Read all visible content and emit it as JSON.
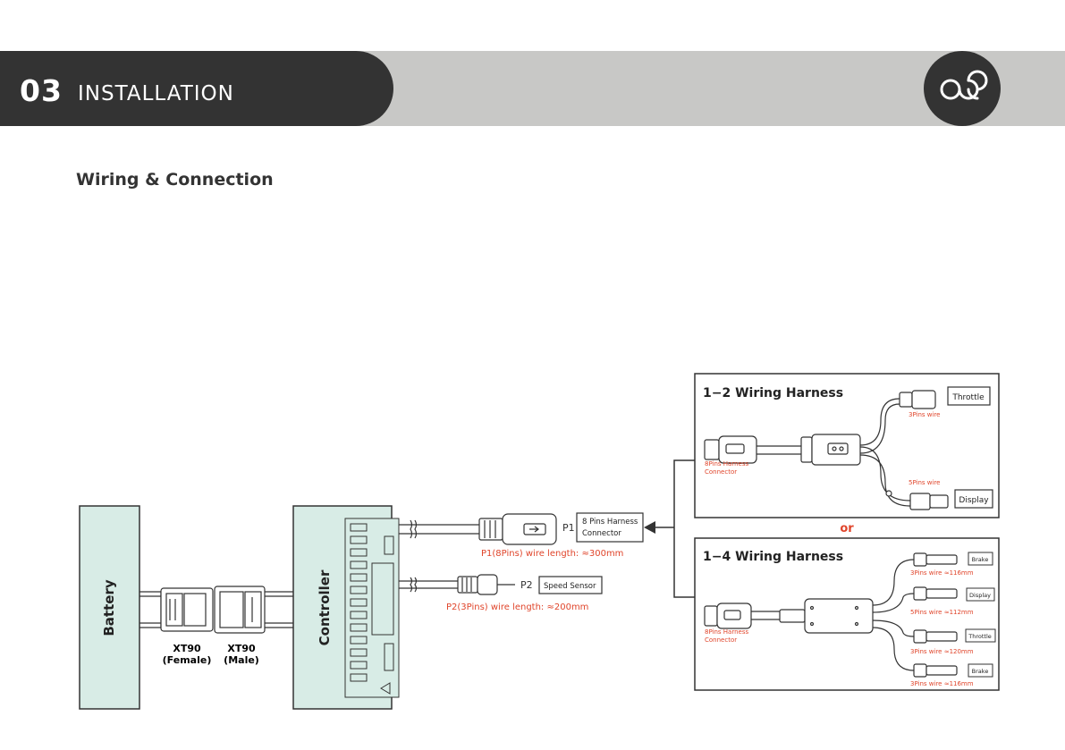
{
  "header": {
    "number": "03",
    "title": "INSTALLATION"
  },
  "section_title": "Wiring & Connection",
  "main_diagram": {
    "battery_label": "Battery",
    "controller_label": "Controller",
    "xt90_female": [
      "XT90",
      "(Female)"
    ],
    "xt90_male": [
      "XT90",
      "(Male)"
    ],
    "p1_label": "P1",
    "p1_box": [
      "8 Pins Harness",
      "Connector"
    ],
    "p1_length": "P1(8Pins) wire length: ≈300mm",
    "p2_label": "P2",
    "p2_box": "Speed Sensor",
    "p2_length": "P2(3Pins) wire length: ≈200mm",
    "or_label": "or"
  },
  "harness_1_2": {
    "title": "1−2 Wiring Harness",
    "connector_label": [
      "8Pins Harness",
      "Connector"
    ],
    "wire_top": "3Pins wire",
    "wire_bottom": "5Pins wire",
    "box_top": "Throttle",
    "box_bottom": "Display"
  },
  "harness_1_4": {
    "title": "1−4 Wiring Harness",
    "connector_label": [
      "8Pins Harness",
      "Connector"
    ],
    "outputs": [
      {
        "box": "Brake",
        "wire": "3Pins wire ≈116mm"
      },
      {
        "box": "Display",
        "wire": "5Pins wire ≈112mm"
      },
      {
        "box": "Throttle",
        "wire": "3Pins wire ≈120mm"
      },
      {
        "box": "Brake",
        "wire": "3Pins wire ≈116mm"
      }
    ]
  },
  "colors": {
    "dark": "#333333",
    "band": "#c8c8c6",
    "accent_red": "#e0452b",
    "mint": "#d8ece6"
  }
}
